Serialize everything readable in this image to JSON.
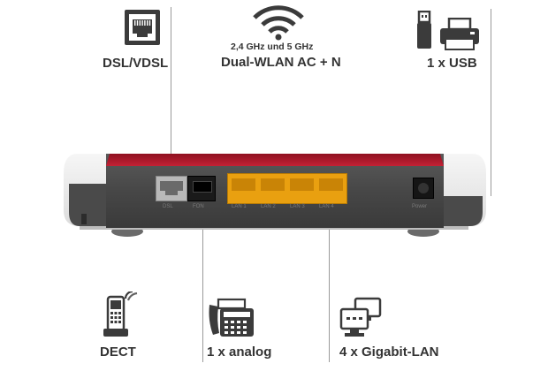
{
  "top": {
    "dsl": {
      "label": "DSL/VDSL",
      "icon": "ethernet-port-icon"
    },
    "wifi": {
      "subtitle": "2,4 GHz und 5 GHz",
      "label": "Dual-WLAN AC + N",
      "icon": "wifi-icon"
    },
    "usb": {
      "label": "1 x USB",
      "icons": [
        "usb-stick-icon",
        "printer-icon"
      ]
    }
  },
  "bottom": {
    "dect": {
      "label": "DECT",
      "icon": "cordless-phone-icon"
    },
    "analog": {
      "label": "1 x analog",
      "icon": "fax-phone-icon"
    },
    "lan": {
      "label": "4 x Gigabit-LAN",
      "icon": "networked-computers-icon"
    }
  },
  "device": {
    "port_labels": [
      "DSL",
      "FON",
      "LAN 1",
      "LAN 2",
      "LAN 3",
      "LAN 4",
      "Power"
    ],
    "colors": {
      "body": "#4a4a4a",
      "top_stripe": "#b01c2e",
      "lan_ports": "#f0a91a",
      "caps": "#ffffff"
    }
  }
}
